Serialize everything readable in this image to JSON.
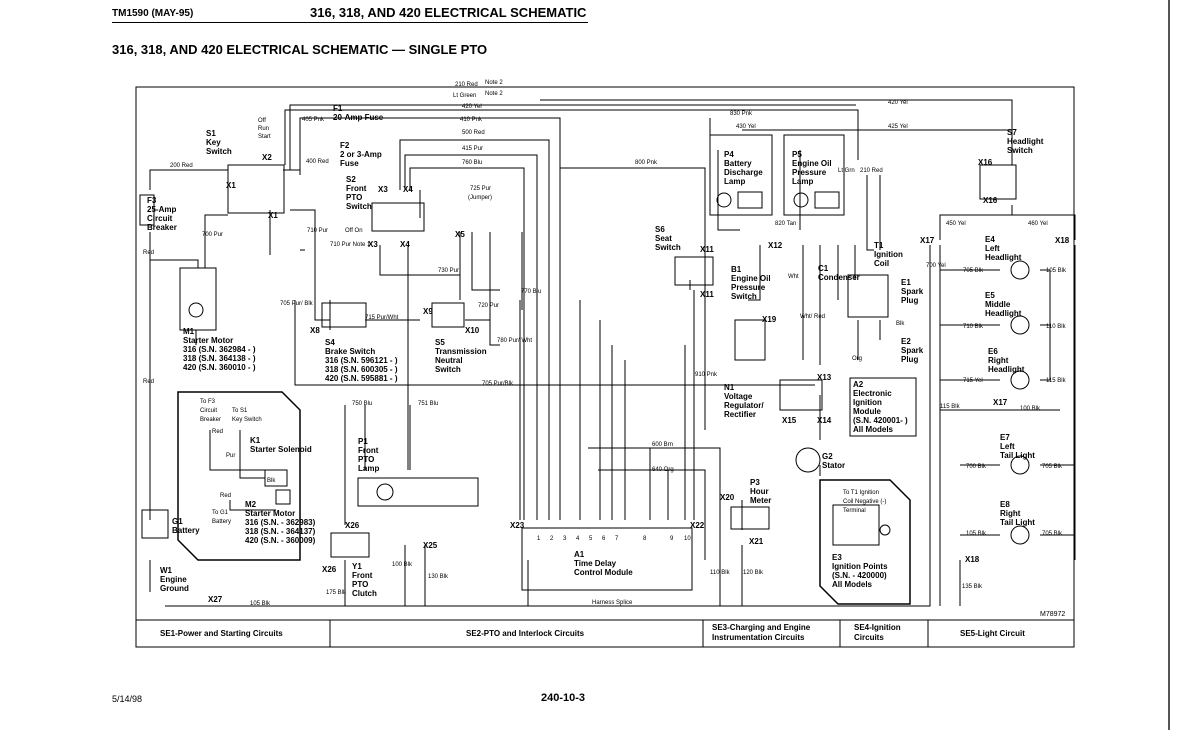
{
  "header": {
    "doc_code": "TM1590 (MAY-95)",
    "title": "316, 318, AND 420 ELECTRICAL SCHEMATIC",
    "subtitle": "316, 318, AND 420 ELECTRICAL SCHEMATIC — SINGLE PTO"
  },
  "footer": {
    "date": "5/14/98",
    "page": "240-10-3"
  },
  "figure_id": "M78972",
  "sections": [
    "SE1-Power and Starting Circuits",
    "SE2-PTO and Interlock Circuits",
    "SE3-Charging and Engine Instrumentation Circuits",
    "SE4-Ignition Circuits",
    "SE5-Light Circuit"
  ],
  "components": {
    "f1": [
      "F1",
      "20-Amp Fuse"
    ],
    "f2": [
      "F2",
      "2 or 3-Amp",
      "Fuse"
    ],
    "s1": [
      "S1",
      "Key",
      "Switch"
    ],
    "s1_positions": [
      "Off",
      "Run",
      "Start"
    ],
    "f3": [
      "F3",
      "25-Amp",
      "Circuit",
      "Breaker"
    ],
    "m1": [
      "M1",
      "Starter Motor",
      "316 (S.N. 362984 - )",
      "318 (S.N. 364138 - )",
      "420 (S.N. 360010 - )"
    ],
    "s2": [
      "S2",
      "Front",
      "PTO",
      "Switch"
    ],
    "s4": [
      "S4",
      "Brake Switch",
      "316 (S.N. 596121 - )",
      "318 (S.N. 600305 - )",
      "420 (S.N. 595881 - )"
    ],
    "s5": [
      "S5",
      "Transmission",
      "Neutral",
      "Switch"
    ],
    "k1": [
      "K1",
      "Starter Solenoid"
    ],
    "m2": [
      "M2",
      "Starter Motor",
      "316 (S.N. - 362983)",
      "318 (S.N. - 364137)",
      "420 (S.N. - 360009)"
    ],
    "g1": [
      "G1",
      "Battery"
    ],
    "w1": [
      "W1",
      "Engine",
      "Ground"
    ],
    "p1": [
      "P1",
      "Front",
      "PTO",
      "Lamp"
    ],
    "y1": [
      "Y1",
      "Front",
      "PTO",
      "Clutch"
    ],
    "s6": [
      "S6",
      "Seat",
      "Switch"
    ],
    "a1": [
      "A1",
      "Time Delay",
      "Control Module"
    ],
    "p4": [
      "P4",
      "Battery",
      "Discharge",
      "Lamp"
    ],
    "p5": [
      "P5",
      "Engine Oil",
      "Pressure",
      "Lamp"
    ],
    "b1": [
      "B1",
      "Engine Oil",
      "Pressure",
      "Switch"
    ],
    "n1": [
      "N1",
      "Voltage",
      "Regulator/",
      "Rectifier"
    ],
    "c1": [
      "C1",
      "Condenser"
    ],
    "t1": [
      "T1",
      "Ignition",
      "Coil"
    ],
    "e1": [
      "E1",
      "Spark",
      "Plug"
    ],
    "e2": [
      "E2",
      "Spark",
      "Plug"
    ],
    "a2": [
      "A2",
      "Electronic",
      "Ignition",
      "Module",
      "(S.N. 420001- )",
      "All Models"
    ],
    "g2": [
      "G2",
      "Stator"
    ],
    "p3": [
      "P3",
      "Hour",
      "Meter"
    ],
    "e3": [
      "E3",
      "Ignition Points",
      "(S.N. - 420000)",
      "All Models"
    ],
    "s7": [
      "S7",
      "Headlight",
      "Switch"
    ],
    "e4": [
      "E4",
      "Left",
      "Headlight"
    ],
    "e5": [
      "E5",
      "Middle",
      "Headlight"
    ],
    "e6": [
      "E6",
      "Right",
      "Headlight"
    ],
    "e7": [
      "E7",
      "Left",
      "Tail Light"
    ],
    "e8": [
      "E8",
      "Right",
      "Tail Light"
    ]
  },
  "connectors": {
    "X1": "X1",
    "X2": "X2",
    "X3": "X3",
    "X4": "X4",
    "X5": "X5",
    "X8": "X8",
    "X9": "X9",
    "X10": "X10",
    "X11": "X11",
    "X12": "X12",
    "X13": "X13",
    "X14": "X14",
    "X15": "X15",
    "X16": "X16",
    "X17": "X17",
    "X18": "X18",
    "X19": "X19",
    "X20": "X20",
    "X21": "X21",
    "X22": "X22",
    "X23": "X23",
    "X25": "X25",
    "X26": "X26",
    "X27": "X27"
  },
  "wires": {
    "w210": "210 Red",
    "note2": "Note 2",
    "ltgreen": "Lt Green",
    "w420": "420 Yel",
    "w405": "405 Pnk",
    "w410": "410 Pnk",
    "w500": "500 Red",
    "w415": "415 Pur",
    "w760": "760 Blu",
    "w800": "800 Pnk",
    "w430": "430 Yel",
    "w425": "425 Yel",
    "w400": "400 Red",
    "w200": "200 Red",
    "w700": "700 Pur",
    "w710": "710 Pur",
    "w710n": "710 Pur Note 1",
    "w705": "705 Pur/ Blk",
    "w715": "715 Pur/Wht",
    "w725": "725 Pur",
    "jumper": "(Jumper)",
    "w730": "730 Pur",
    "w720": "720 Pur",
    "w770": "770 Blu",
    "w780": "780 Pur/ Wht",
    "w910": "910 Pnk",
    "w705pb": "705 Pur/Blk",
    "w750": "750 Blu",
    "w751": "751 Blu",
    "w600": "600 Brn",
    "w640": "640 Org",
    "w100": "100 Blk",
    "w130": "130 Blk",
    "w110": "110 Blk",
    "w120": "120 Blk",
    "w175": "175 Blk",
    "w105": "105 Blk",
    "harness": "Harness Splice",
    "w820": "820 Tan",
    "w830": "830 Pnk",
    "w210r": "210 Red",
    "ltgrn": "Lt Grn",
    "wht": "Wht",
    "whtred": "Wht/ Red",
    "blk": "Blk",
    "org": "Org",
    "w450": "450 Yel",
    "w460": "460 Yel",
    "w700y": "700 Yel",
    "w705b": "705 Blk",
    "w105b": "105 Blk",
    "w710b": "710 Blk",
    "w110b": "110 Blk",
    "w715b": "715 Yel",
    "w115b": "115 Blk",
    "w115": "115 Blk",
    "w100b": "100 Blk",
    "w700b": "700 Blk",
    "w705k": "705 Blk",
    "w135": "135 Blk",
    "red": "Red",
    "pur": "Pur",
    "offon": "Off  On"
  },
  "inset_labels": {
    "to_f3": "To F3",
    "circuit": "Circuit",
    "breaker": "Breaker",
    "to_s1": "To S1",
    "keyswitch": "Key Switch",
    "red": "Red",
    "pur": "Pur",
    "blk": "Blk",
    "to_g1": "To G1",
    "battery": "Battery",
    "to_t1": "To T1 Ignition",
    "coil_neg": "Coil Negative (-)",
    "terminal": "Terminal"
  },
  "a1_pins": [
    "1",
    "2",
    "3",
    "4",
    "5",
    "6",
    "7",
    "8",
    "9",
    "10"
  ]
}
